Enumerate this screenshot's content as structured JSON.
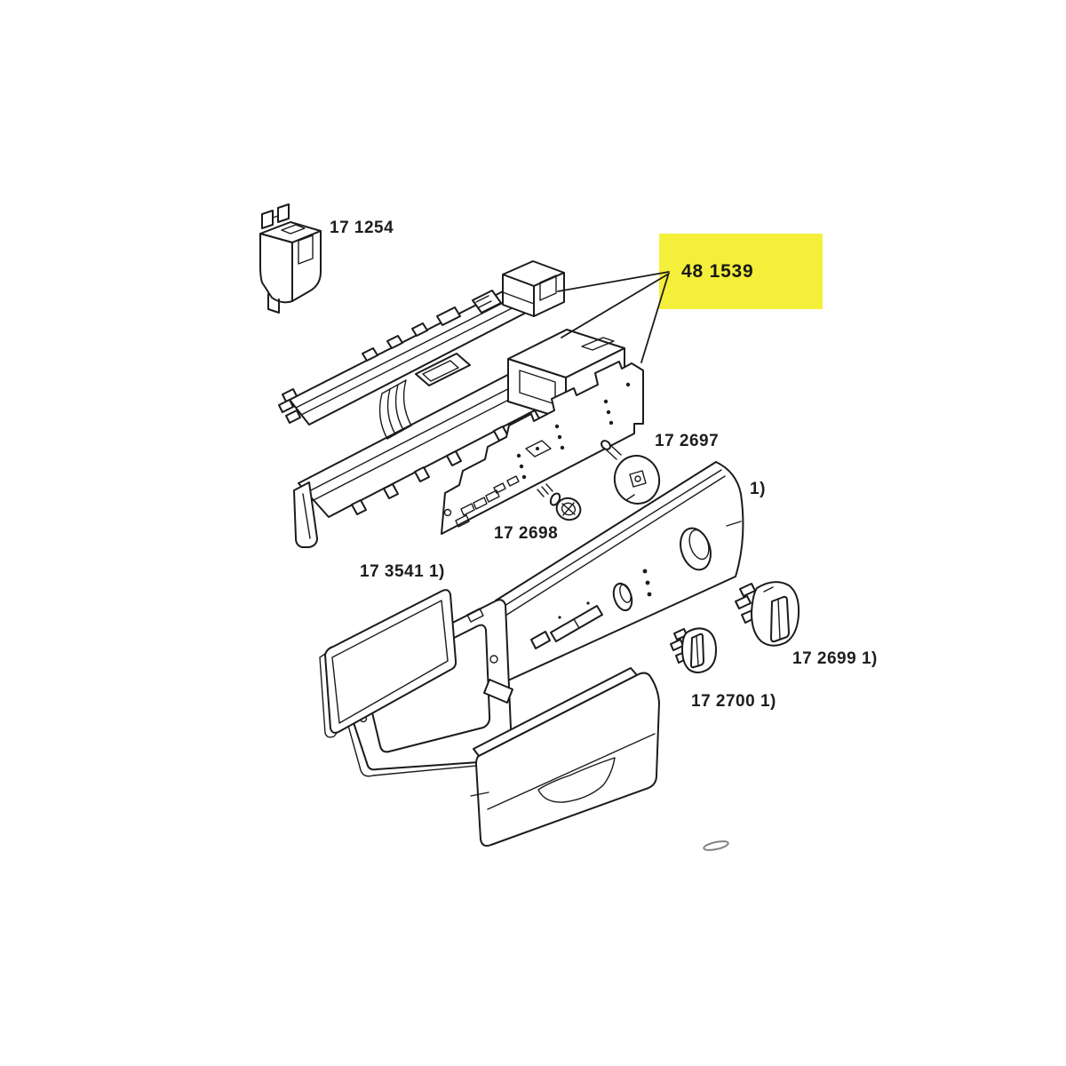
{
  "diagram": {
    "type": "exploded-parts-diagram",
    "subject": "washing-machine control panel assembly",
    "background_color": "#ffffff",
    "line_color": "#1b1b1b",
    "highlight_color": "#f4ef3a",
    "labels": {
      "suppressor": "17 1254",
      "highlighted": "48 1539",
      "timer_knob": "17 2697",
      "screw": "17 2698",
      "display_frame": "17 3541 1)",
      "panel_footnote": "1)",
      "knob_large": "17 2699 1)",
      "knob_small": "17 2700 1)"
    }
  }
}
